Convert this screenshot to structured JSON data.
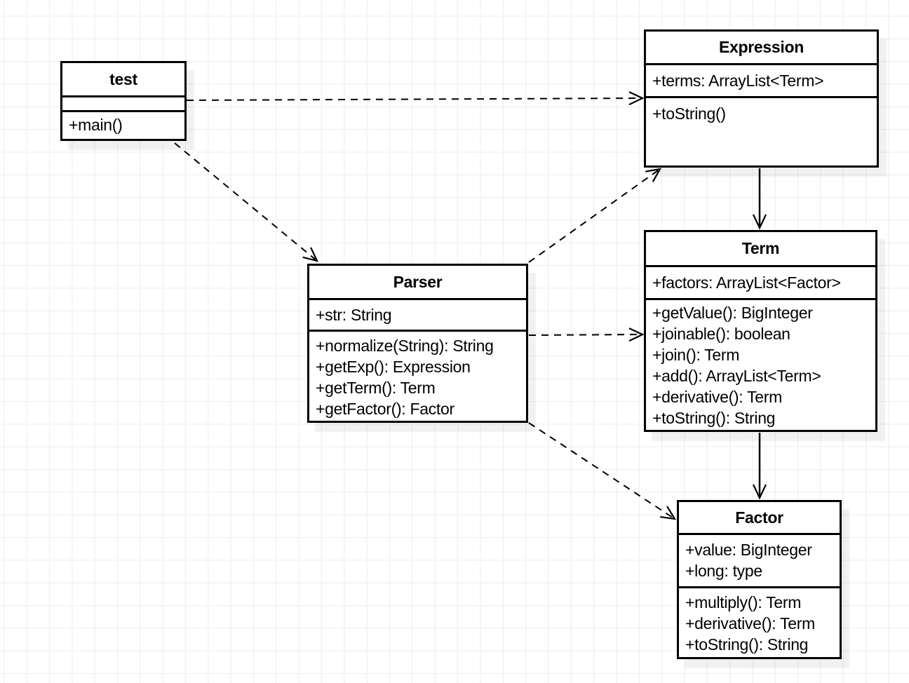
{
  "diagram": {
    "kind": "uml-class-diagram",
    "background_color": "#ffffff",
    "grid_color": "#ededed",
    "line_color": "#000000",
    "shape_fill": "#ffffff",
    "classes": {
      "test": {
        "name": "test",
        "attributes": [],
        "methods": [
          "+main()"
        ]
      },
      "expression": {
        "name": "Expression",
        "attributes": [
          "+terms: ArrayList<Term>"
        ],
        "methods": [
          "+toString()"
        ]
      },
      "parser": {
        "name": "Parser",
        "attributes": [
          "+str: String"
        ],
        "methods": [
          "+normalize(String): String",
          "+getExp(): Expression",
          "+getTerm(): Term",
          "+getFactor(): Factor"
        ]
      },
      "term": {
        "name": "Term",
        "attributes": [
          "+factors: ArrayList<Factor>"
        ],
        "methods": [
          "+getValue(): BigInteger",
          "+joinable(): boolean",
          "+join(): Term",
          "+add(): ArrayList<Term>",
          "+derivative(): Term",
          "+toString(): String"
        ]
      },
      "factor": {
        "name": "Factor",
        "attributes": [
          "+value: BigInteger",
          "+long: type"
        ],
        "methods": [
          "+multiply(): Term",
          "+derivative(): Term",
          "+toString(): String"
        ]
      }
    },
    "relationships": [
      {
        "from": "test",
        "to": "Expression",
        "type": "dependency",
        "line": "dashed",
        "arrowhead": "open"
      },
      {
        "from": "test",
        "to": "Parser",
        "type": "dependency",
        "line": "dashed",
        "arrowhead": "open"
      },
      {
        "from": "Parser",
        "to": "Expression",
        "type": "dependency",
        "line": "dashed",
        "arrowhead": "open"
      },
      {
        "from": "Parser",
        "to": "Term",
        "type": "dependency",
        "line": "dashed",
        "arrowhead": "open"
      },
      {
        "from": "Parser",
        "to": "Factor",
        "type": "dependency",
        "line": "dashed",
        "arrowhead": "open"
      },
      {
        "from": "Expression",
        "to": "Term",
        "type": "association",
        "line": "solid",
        "arrowhead": "open"
      },
      {
        "from": "Term",
        "to": "Factor",
        "type": "association",
        "line": "solid",
        "arrowhead": "open"
      }
    ]
  }
}
